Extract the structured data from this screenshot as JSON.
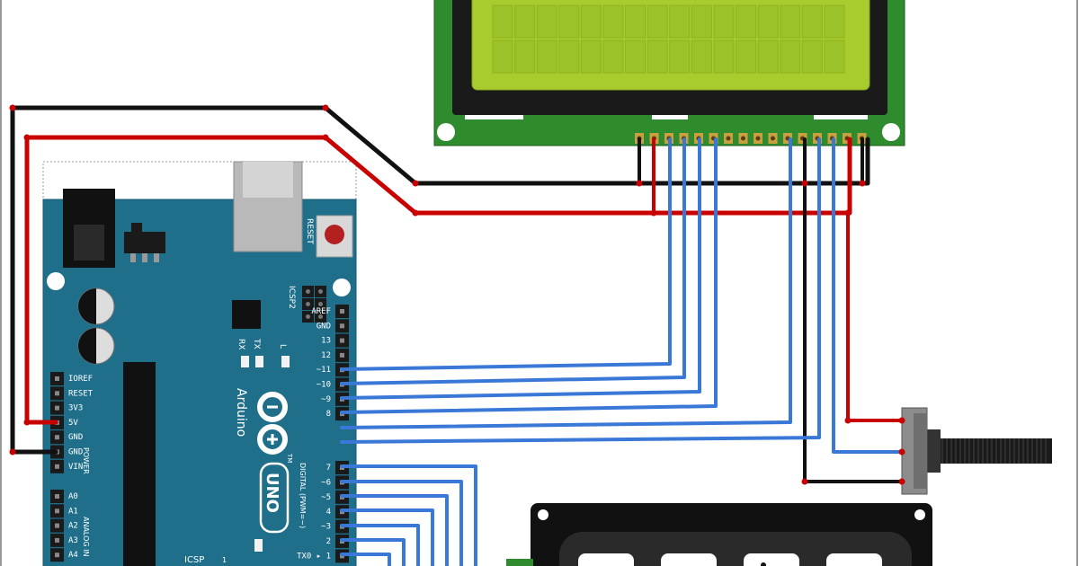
{
  "board": {
    "reset_label": "RESET",
    "icsp2_label": "ICSP2",
    "rx_label": "RX",
    "tx_label": "TX",
    "l_label": "L",
    "brand_label": "Arduino",
    "model_label": "UNO",
    "digital_label": "DIGITAL (PWM=~)",
    "power_label": "POWER",
    "analog_label": "ANALOG IN",
    "icsp_label": "ICSP",
    "icsp_pin_label": "1",
    "tm_label": "TM",
    "power_pins": [
      "IOREF",
      "RESET",
      "3V3",
      "5V",
      "GND",
      "GND",
      "VIN"
    ],
    "analog_pins": [
      "A0",
      "A1",
      "A2",
      "A3",
      "A4"
    ],
    "digital_pins_top": [
      "AREF",
      "GND",
      "13",
      "12",
      "~11",
      "~10",
      "~9",
      "8"
    ],
    "digital_pins_bottom": [
      "7",
      "~6",
      "~5",
      "4",
      "~3",
      "2",
      "TX0 ▸ 1"
    ]
  },
  "colors": {
    "board": "#1f6f8b",
    "board_dark": "#155870",
    "lcd_pcb": "#2e8b2e",
    "lcd_screen": "#a8cc2e",
    "wire_red": "#c80000",
    "wire_black": "#222222",
    "wire_blue": "#3a78d8",
    "keypad": "#111111"
  }
}
